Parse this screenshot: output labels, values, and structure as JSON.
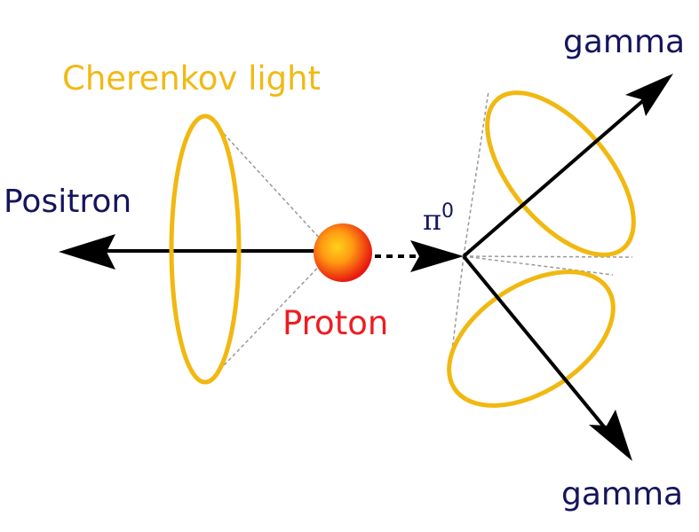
{
  "labels": {
    "cherenkov": "Cherenkov light",
    "positron": "Positron",
    "proton": "Proton",
    "pion_symbol": "π",
    "pion_charge": "0",
    "gamma_top": "gamma",
    "gamma_bottom": "gamma"
  },
  "colors": {
    "cherenkov_ring": "#f1b811",
    "cherenkov_label": "#f2b914",
    "particle_label": "#15155d",
    "proton_label": "#ee1c22",
    "arrow": "#000000",
    "cone_line": "#999999",
    "proton_core": "#ffc21a",
    "proton_edge": "#ee1c10"
  }
}
